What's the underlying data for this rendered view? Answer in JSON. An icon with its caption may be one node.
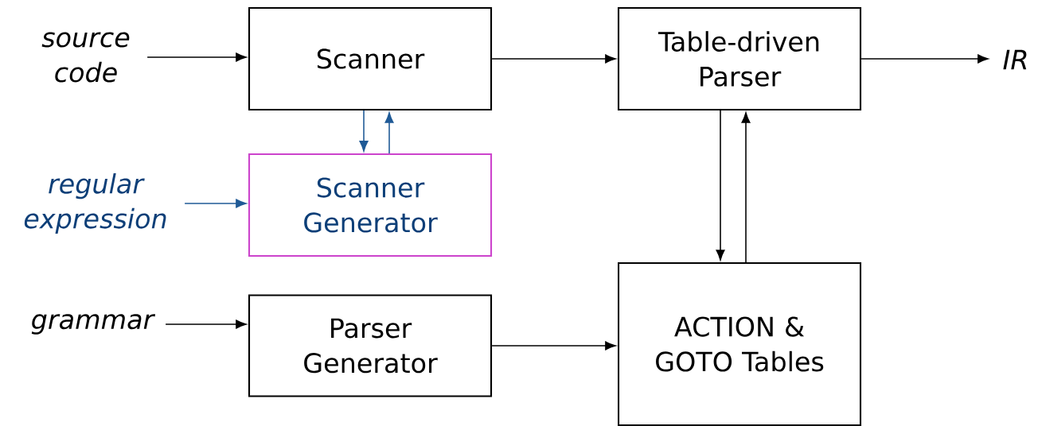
{
  "diagram": {
    "nodes": [
      {
        "text": [
          "source code"
        ]
      },
      {
        "text": [
          "Scanner"
        ]
      },
      {
        "text": [
          "Table-driven Parser"
        ]
      },
      {
        "text": [
          "IR"
        ]
      },
      {
        "text": [
          "regular expression"
        ]
      },
      {
        "text": [
          "Scanner Generator"
        ]
      },
      {
        "text": [
          "grammar"
        ]
      },
      {
        "text": [
          "Parser Generator"
        ]
      },
      {
        "text": [
          "ACTION & GOTO Tables"
        ]
      }
    ],
    "edges": [
      {
        "from": 0,
        "to": 1,
        "arrow": "to"
      },
      {
        "from": 1,
        "to": 2,
        "arrow": "to"
      },
      {
        "from": 2,
        "to": 3,
        "arrow": "to"
      },
      {
        "from": 1,
        "to": 5,
        "arrow": "to",
        "color": "#1f5a96"
      },
      {
        "from": 5,
        "to": 1,
        "arrow": "to",
        "color": "#1f5a96"
      },
      {
        "from": 4,
        "to": 5,
        "arrow": "to",
        "color": "#1f5a96"
      },
      {
        "from": 6,
        "to": 7,
        "arrow": "to"
      },
      {
        "from": 7,
        "to": 8,
        "arrow": "to"
      },
      {
        "from": 2,
        "to": 8,
        "arrow": "to"
      },
      {
        "from": 8,
        "to": 2,
        "arrow": "to"
      }
    ]
  }
}
